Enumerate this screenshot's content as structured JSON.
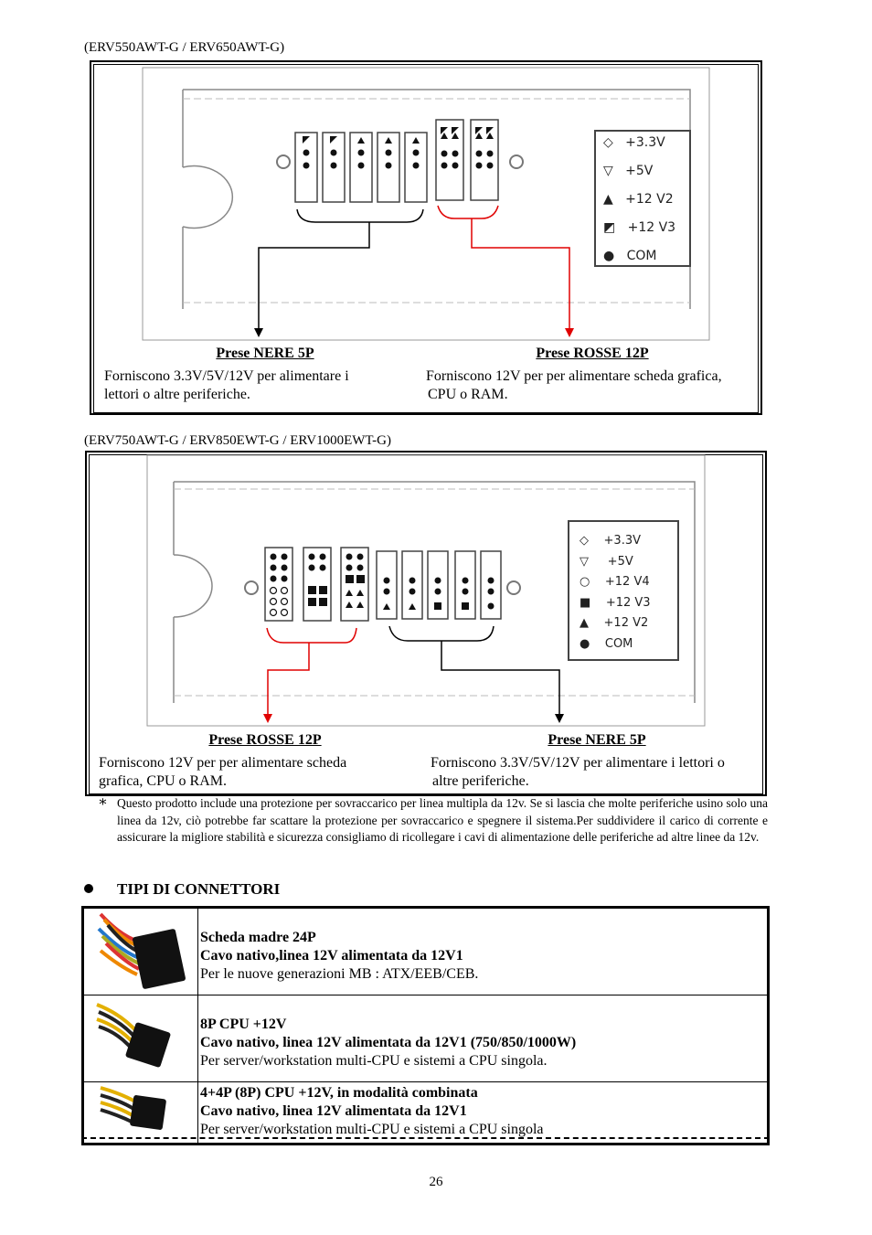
{
  "top_block": {
    "model_label": "(ERV550AWT-G / ERV650AWT-G)",
    "left_heading": "Prese NERE 5P",
    "left_desc_1": "Forniscono 3.3V/5V/12V per alimentare i",
    "left_desc_2": "lettori o altre periferiche.",
    "right_heading": "Prese ROSSE 12P",
    "right_desc_1": "Forniscono 12V per per alimentare scheda grafica,",
    "right_desc_2": "CPU o RAM.",
    "legend": [
      {
        "symbol": "◇",
        "label": "+3.3V"
      },
      {
        "symbol": "▽",
        "label": "+5V"
      },
      {
        "symbol": "▲",
        "label": "+12 V2"
      },
      {
        "symbol": "◩",
        "label": "+12 V3"
      },
      {
        "symbol": "●",
        "label": "COM"
      }
    ]
  },
  "bottom_block": {
    "model_label": "(ERV750AWT-G / ERV850EWT-G / ERV1000EWT-G)",
    "left_heading": "Prese ROSSE 12P",
    "left_desc_1": "Forniscono 12V per per alimentare scheda",
    "left_desc_2": "grafica, CPU o RAM.",
    "right_heading": "Prese NERE 5P",
    "right_desc_1": "Forniscono 3.3V/5V/12V per alimentare i lettori o",
    "right_desc_2": "altre periferiche.",
    "legend": [
      {
        "symbol": "◇",
        "label": "+3.3V"
      },
      {
        "symbol": "▽",
        "label": "+5V"
      },
      {
        "symbol": "○",
        "label": "+12 V4"
      },
      {
        "symbol": "■",
        "label": "+12 V3"
      },
      {
        "symbol": "▲",
        "label": "+12 V2"
      },
      {
        "symbol": "●",
        "label": "COM"
      }
    ]
  },
  "note": {
    "mark": "∗",
    "text": "Questo prodotto include una protezione per sovraccarico per linea multipla da 12v. Se si lascia che molte periferiche usino solo una linea da 12v, ciò potrebbe far scattare la protezione per sovraccarico e spegnere il sistema.Per suddividere il carico di corrente e assicurare la migliore stabilità e sicurezza consigliamo di ricollegare i cavi di alimentazione delle periferiche ad altre linee da 12v."
  },
  "section_title": "TIPI DI CONNETTORI",
  "connectors": [
    {
      "title": "Scheda madre 24P",
      "subtitle": "Cavo nativo,linea 12V alimentata da 12V1",
      "desc": "Per le nuove generazioni MB : ATX/EEB/CEB."
    },
    {
      "title": "8P CPU +12V",
      "subtitle": "Cavo nativo, linea 12V alimentata da 12V1 (750/850/1000W)",
      "desc": "Per    server/workstation multi-CPU e sistemi a CPU singola."
    },
    {
      "title": "4+4P (8P) CPU +12V, in modalità combinata",
      "subtitle": "Cavo nativo, linea 12V alimentata da 12V1",
      "desc": "Per    server/workstation multi-CPU e sistemi a CPU singola"
    }
  ],
  "page_number": "26",
  "colors": {
    "red": "#e00000",
    "black": "#000000"
  }
}
